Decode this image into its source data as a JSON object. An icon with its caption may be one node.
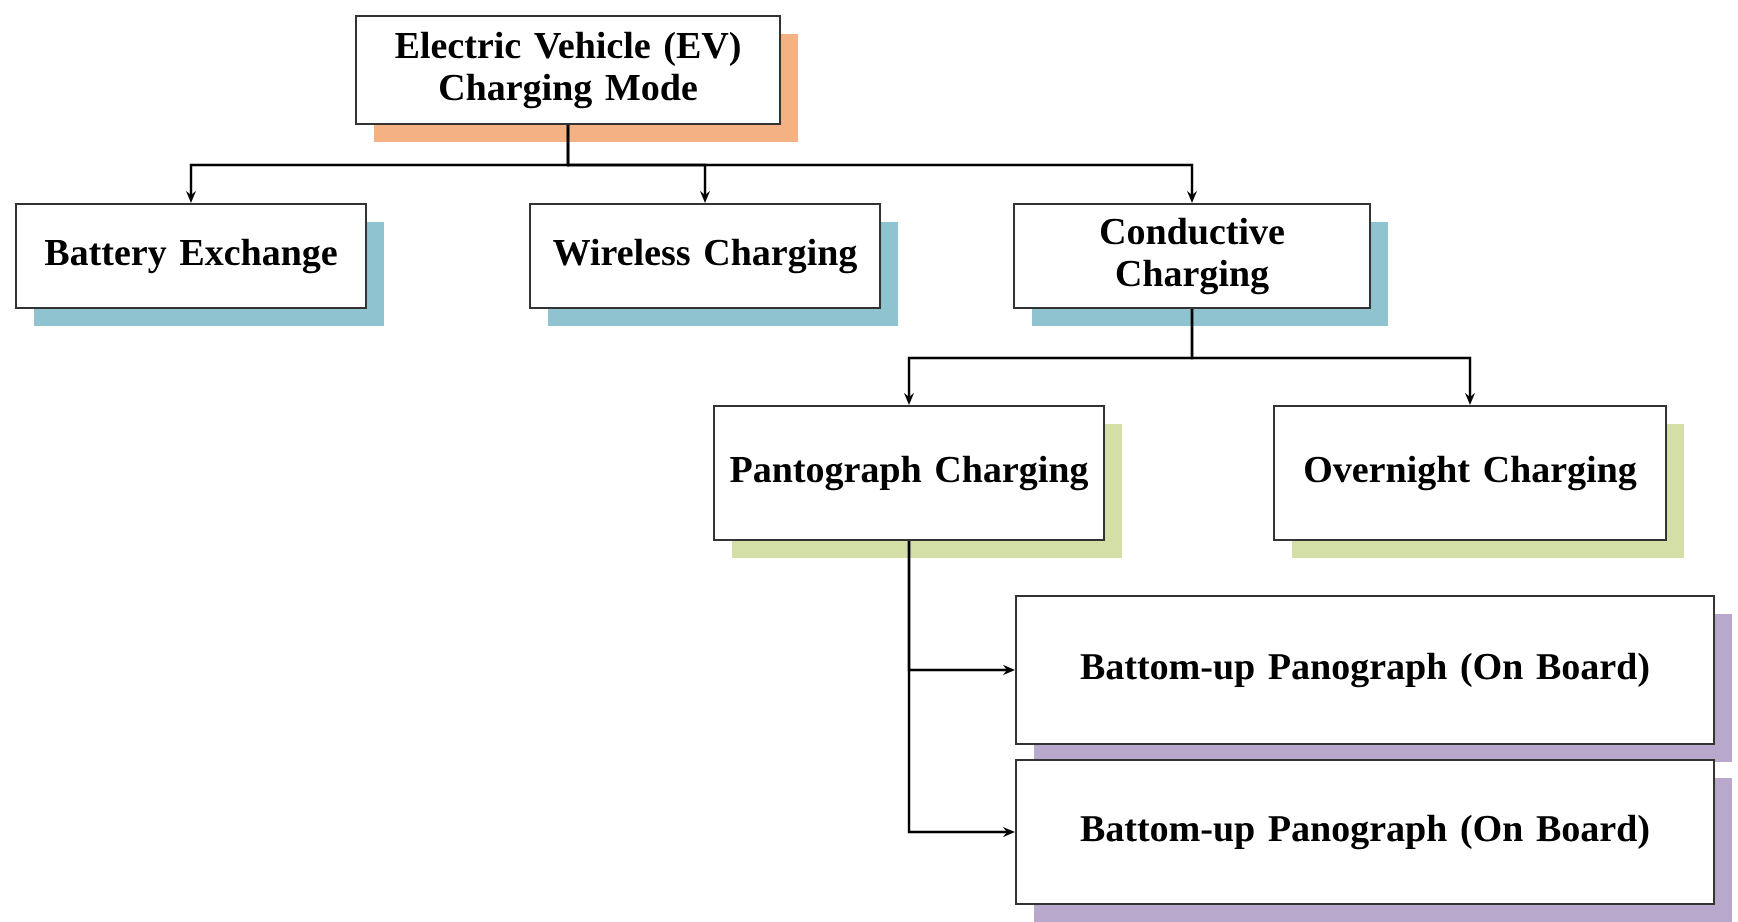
{
  "diagram": {
    "nodes": [
      {
        "text": [
          "Electric Vehicle (EV) Charging Mode"
        ]
      },
      {
        "text": [
          "Battery Exchange"
        ]
      },
      {
        "text": [
          "Wireless Charging"
        ]
      },
      {
        "text": [
          "Conductive Charging"
        ]
      },
      {
        "text": [
          "Pantograph Charging"
        ]
      },
      {
        "text": [
          "Overnight Charging"
        ]
      },
      {
        "text": [
          "Battom-up Panograph (On Board)"
        ]
      },
      {
        "text": [
          "Battom-up Panograph (On Board)"
        ]
      }
    ],
    "edges": [
      {
        "from": 0,
        "to": 1,
        "arrow": "to"
      },
      {
        "from": 0,
        "to": 2,
        "arrow": "to"
      },
      {
        "from": 0,
        "to": 3,
        "arrow": "to"
      },
      {
        "from": 3,
        "to": 4,
        "arrow": "to"
      },
      {
        "from": 3,
        "to": 5,
        "arrow": "to"
      },
      {
        "from": 4,
        "to": 6,
        "arrow": "to"
      },
      {
        "from": 4,
        "to": 7,
        "arrow": "to"
      }
    ]
  }
}
